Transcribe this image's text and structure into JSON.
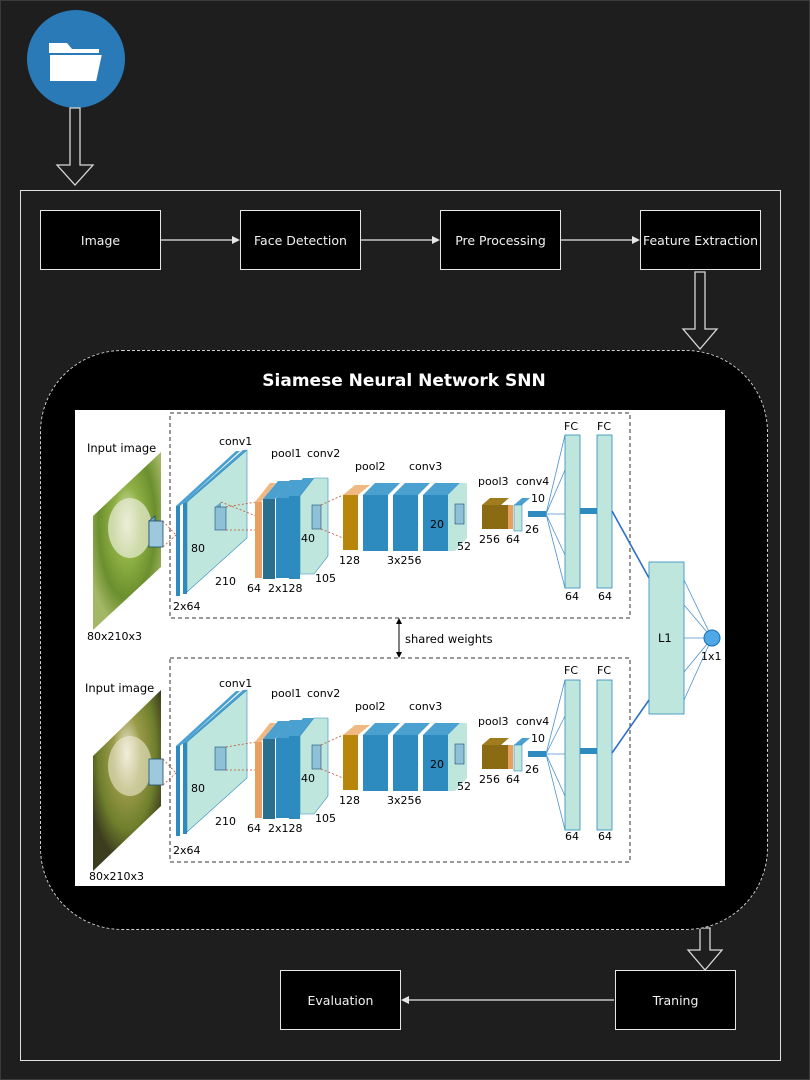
{
  "flow": {
    "image_label": "Image",
    "face_detection_label": "Face Detection",
    "pre_processing_label": "Pre Processing",
    "feature_extraction_label": "Feature Extraction",
    "evaluation_label": "Evaluation",
    "training_label": "Traning"
  },
  "snn": {
    "title": "Siamese Neural Network SNN"
  },
  "figure": {
    "input_image_label": "Input image",
    "input_size_label": "80x210x3",
    "conv1": "conv1",
    "pool1": "pool1",
    "conv2": "conv2",
    "pool2": "pool2",
    "conv3": "conv3",
    "pool3": "pool3",
    "conv4": "conv4",
    "fc": "FC",
    "dim_80": "80",
    "dim_210": "210",
    "dim_2x64": "2x64",
    "dim_64": "64",
    "dim_2x128": "2x128",
    "dim_40": "40",
    "dim_105": "105",
    "dim_128": "128",
    "dim_3x256": "3x256",
    "dim_20": "20",
    "dim_52": "52",
    "dim_256": "256",
    "dim_10": "10",
    "dim_26": "26",
    "shared_weights": "shared weights",
    "l1": "L1",
    "output": "1x1"
  },
  "icons": {
    "folder": "folder-icon"
  },
  "colors": {
    "background": "#1e1e1e",
    "box_fill": "#000000",
    "folder_circle": "#2a7ab8",
    "conv_blue": "#2e8bc0",
    "feature_map": "#bfe6dd",
    "pool_orange": "#e8a060",
    "pool3_brown": "#8b6a14"
  }
}
